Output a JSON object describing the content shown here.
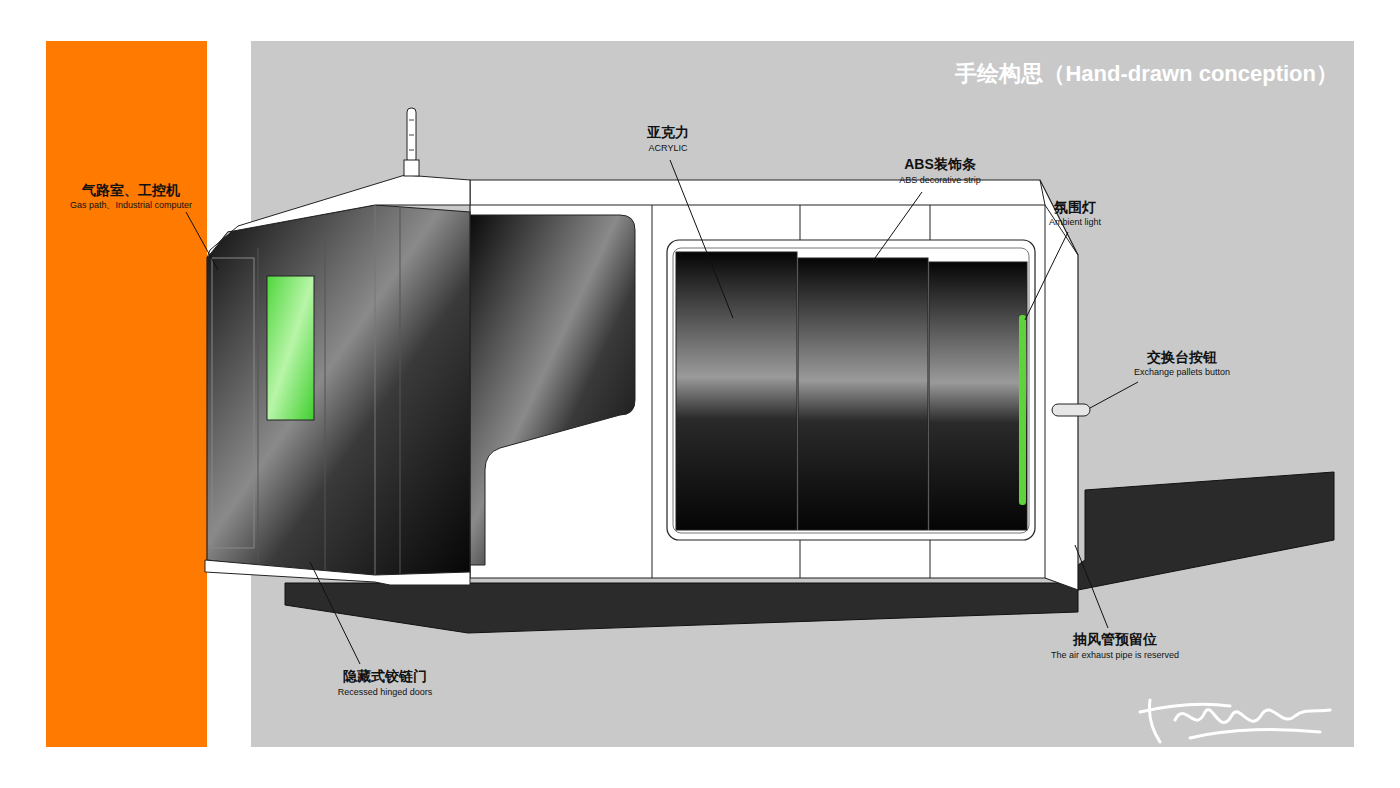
{
  "diagram": {
    "title": "手绘构思（Hand-drawn conception）",
    "labels": [
      "气路室、工控机",
      "Gas path、Industrial computer",
      "亚克力",
      "ACRYLIC",
      "ABS装饰条",
      "ABS decorative strip",
      "氛围灯",
      "Ambient light",
      "交换台按钮",
      "Exchange pallets button",
      "隐藏式铰链门",
      "Recessed hinged doors",
      "抽风管预留位",
      "The air exhaust pipe is reserved"
    ]
  }
}
